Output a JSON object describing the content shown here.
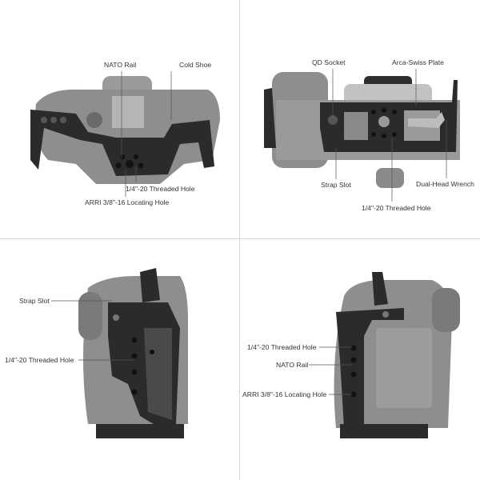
{
  "panels": [
    {
      "view": "top",
      "callouts": {
        "nato_rail": "NATO Rail",
        "cold_shoe": "Cold Shoe",
        "threaded_hole": "1/4\"-20 Threaded Hole",
        "arri_hole": "ARRI 3/8\"-16 Locating Hole"
      }
    },
    {
      "view": "bottom",
      "callouts": {
        "qd_socket": "QD Socket",
        "arca_plate": "Arca-Swiss Plate",
        "strap_slot": "Strap Slot",
        "wrench": "Dual-Head Wrench",
        "threaded_hole": "1/4\"-20 Threaded Hole"
      }
    },
    {
      "view": "left-side",
      "callouts": {
        "strap_slot": "Strap Slot",
        "threaded_hole": "1/4\"-20 Threaded Hole"
      }
    },
    {
      "view": "right-side",
      "callouts": {
        "threaded_hole": "1/4\"-20 Threaded Hole",
        "nato_rail": "NATO Rail",
        "arri_hole": "ARRI 3/8\"-16 Locating Hole"
      }
    }
  ],
  "colors": {
    "camera": "#8e8e8e",
    "cage": "#2b2b2b",
    "leader": "#555555"
  }
}
